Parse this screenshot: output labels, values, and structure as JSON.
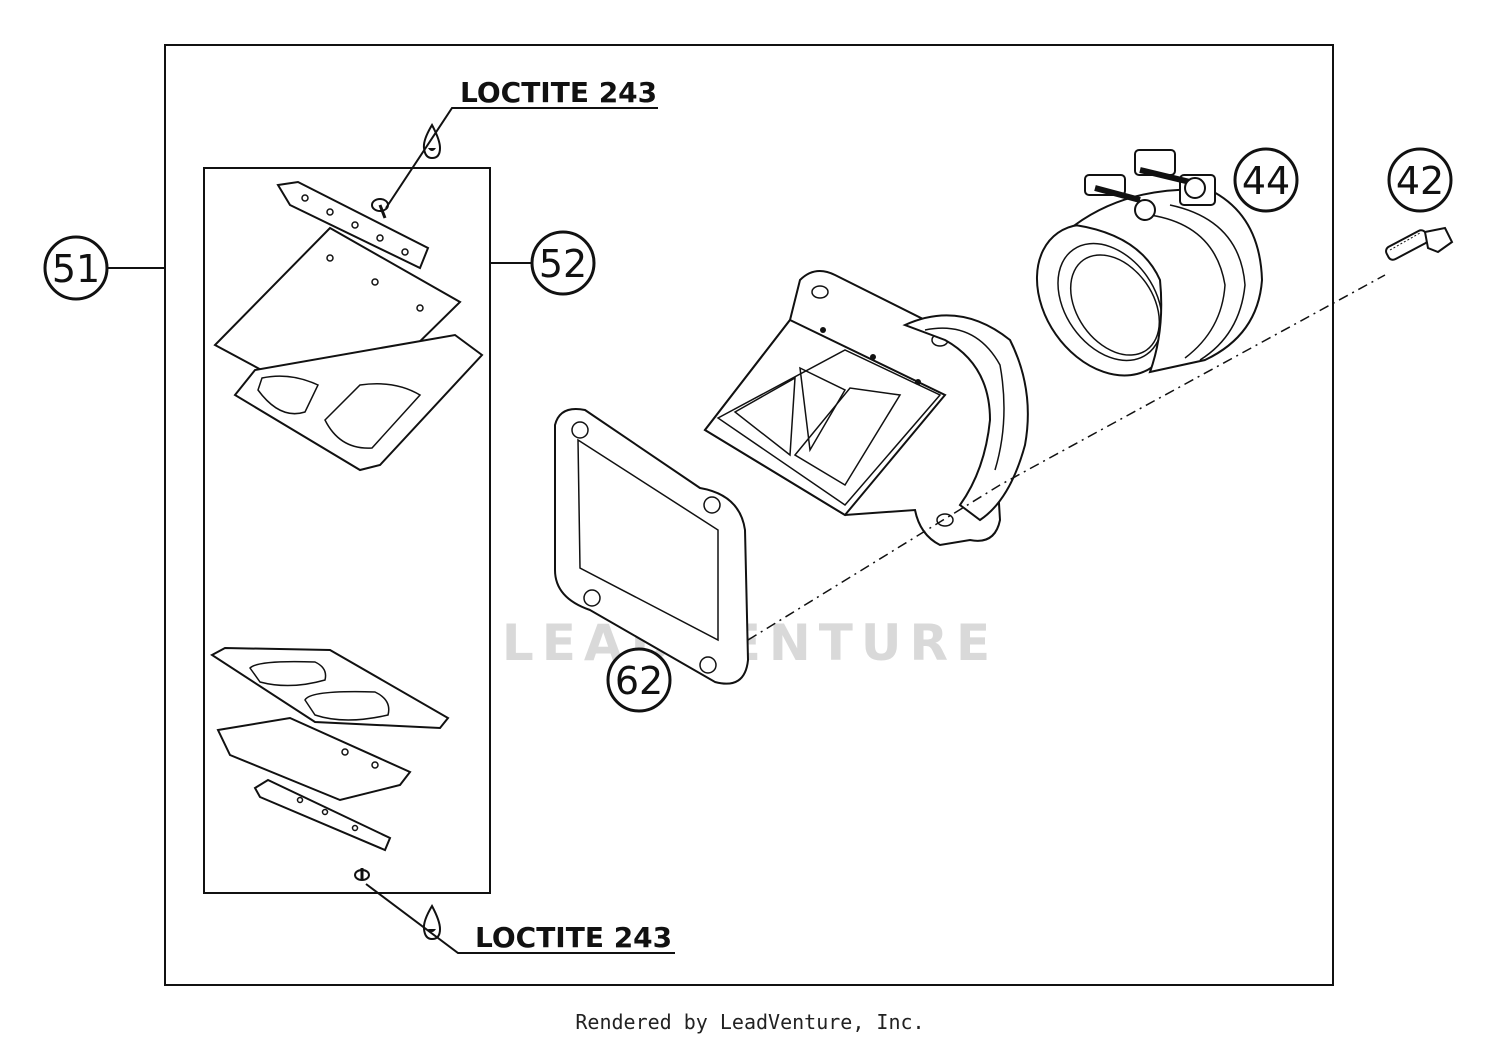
{
  "callouts": {
    "c51": "51",
    "c52": "52",
    "c62": "62",
    "c44": "44",
    "c42": "42"
  },
  "notes": {
    "loctite_top": "LOCTITE 243",
    "loctite_bottom": "LOCTITE 243"
  },
  "watermark": "LEADVENTURE",
  "footer": "Rendered by LeadVenture, Inc."
}
